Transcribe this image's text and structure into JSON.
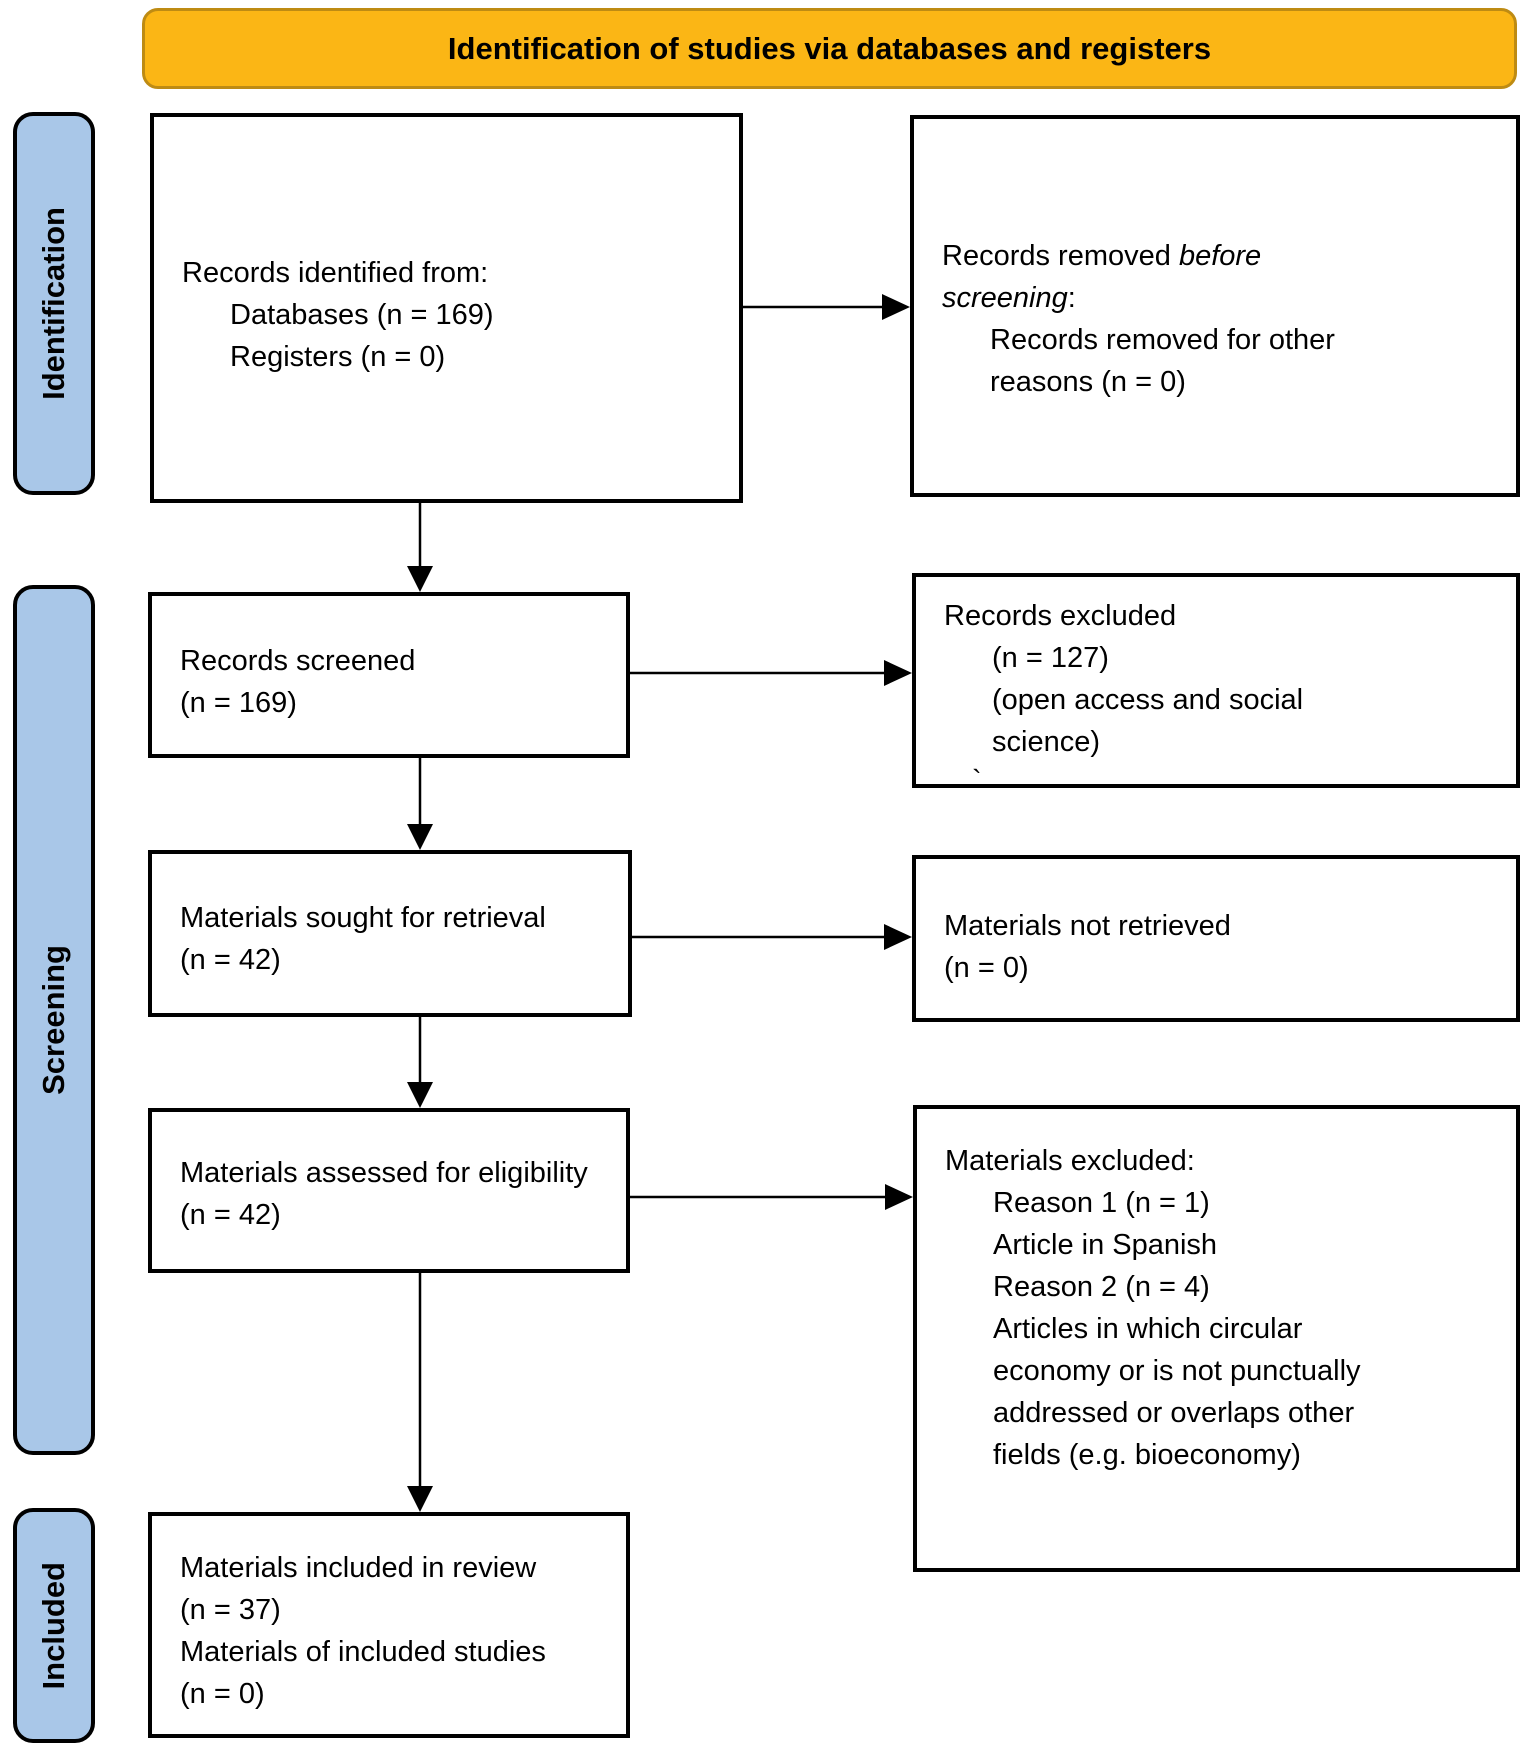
{
  "banner": {
    "title": "Identification of studies via databases and registers"
  },
  "stages": {
    "identification": "Identification",
    "screening": "Screening",
    "included": "Included"
  },
  "colors": {
    "banner_fill": "#FBB615",
    "banner_border": "#BE8B13",
    "stage_fill": "#A9C7E8",
    "box_border": "#000000",
    "arrow": "#000000",
    "background": "#FFFFFF"
  },
  "boxes": {
    "records_identified": {
      "lines": [
        "Records identified from:",
        "Databases (n = 169)",
        "Registers (n = 0)"
      ]
    },
    "records_removed": {
      "line1_regular": "Records removed ",
      "line1_italic": "before",
      "line2_italic": "screening",
      "line2_regular": ":",
      "lines": [
        "Records removed for other",
        "reasons (n = 0)"
      ]
    },
    "records_screened": {
      "lines": [
        "Records screened",
        "(n = 169)"
      ]
    },
    "records_excluded": {
      "lines": [
        "Records excluded",
        "(n = 127)",
        "(open access and social",
        "science)"
      ],
      "stray_mark": "`"
    },
    "materials_sought": {
      "lines": [
        "Materials sought for retrieval",
        "(n = 42)"
      ]
    },
    "materials_not_retrieved": {
      "lines": [
        "Materials not retrieved",
        "(n = 0)"
      ]
    },
    "materials_assessed": {
      "lines": [
        "Materials assessed for eligibility",
        "(n = 42)"
      ]
    },
    "materials_excluded": {
      "lines": [
        "Materials excluded:",
        "Reason 1 (n = 1)",
        "Article in Spanish",
        "Reason 2 (n = 4)",
        "Articles in which circular",
        "economy or is not punctually",
        "addressed or overlaps other",
        "fields (e.g. bioeconomy)"
      ]
    },
    "materials_included": {
      "lines": [
        "Materials included in review",
        "(n = 37)",
        "Materials of included studies",
        "(n = 0)"
      ]
    }
  }
}
